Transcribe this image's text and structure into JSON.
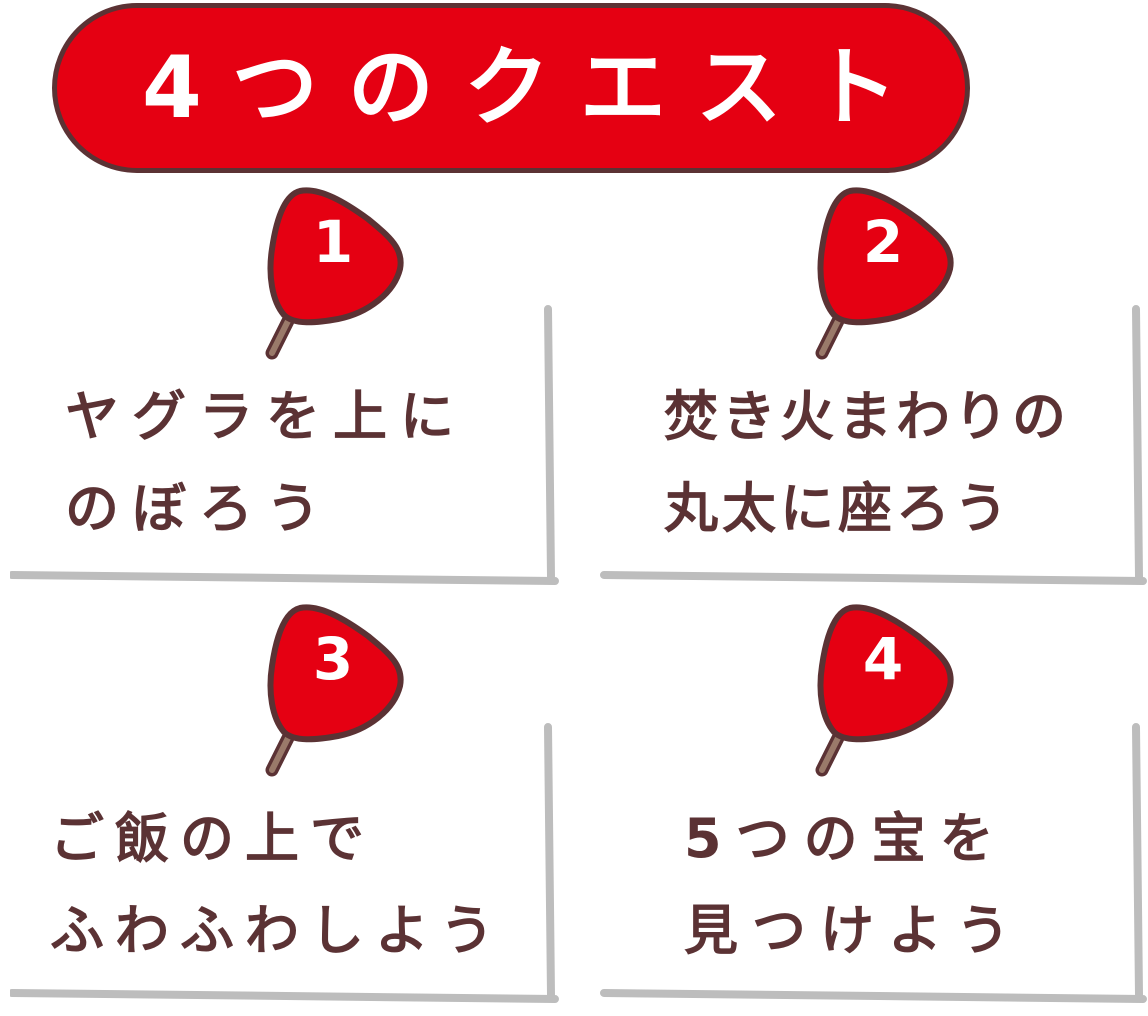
{
  "banner": {
    "title": "4つのクエスト"
  },
  "quests": [
    {
      "number": "1",
      "line1": "ヤグラを上に",
      "line2": "のぼろう"
    },
    {
      "number": "2",
      "line1": "焚き火まわりの",
      "line2": "丸太に座ろう"
    },
    {
      "number": "3",
      "line1": "ご飯の上で",
      "line2": "ふわふわしよう"
    },
    {
      "number": "4",
      "line1": "5つの宝を",
      "line2": "見つけよう"
    }
  ],
  "colors": {
    "accent_red": "#e50012",
    "outline_brown": "#5b3234",
    "text_brown": "#5b3234",
    "card_shadow": "#bdbdbd",
    "fan_handle": "#9a7a6a"
  },
  "icons": {
    "quest_marker": "uchiwa-fan-icon"
  }
}
